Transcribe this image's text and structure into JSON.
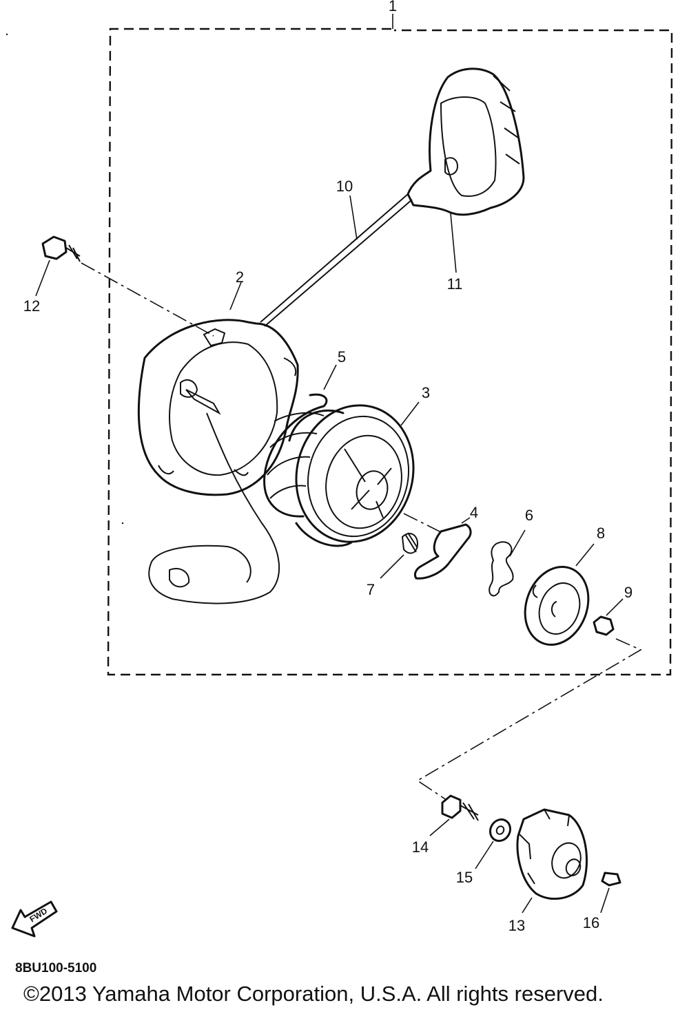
{
  "diagram": {
    "code": "8BU100-5100",
    "copyright": "©2013 Yamaha Motor Corporation, U.S.A. All rights reserved.",
    "fwd_label": "FWD",
    "callouts": [
      "1",
      "2",
      "3",
      "4",
      "5",
      "6",
      "7",
      "8",
      "9",
      "10",
      "11",
      "12",
      "13",
      "14",
      "15",
      "16"
    ]
  }
}
